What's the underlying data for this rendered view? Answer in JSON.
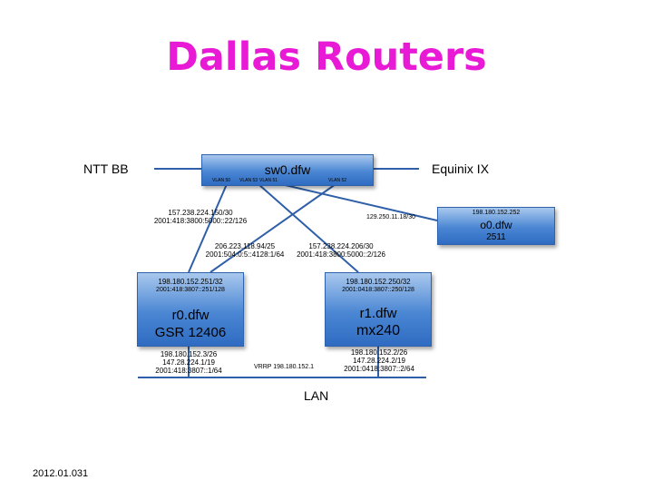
{
  "title": "Dallas Routers",
  "external": {
    "left": "NTT BB",
    "right": "Equinix IX"
  },
  "sw0": {
    "name": "sw0.dfw",
    "vlans": [
      "VLAN 50",
      "VLAN 53",
      "VLAN 51",
      "VLAN 52"
    ]
  },
  "o0": {
    "ip": "198.180.152.252",
    "name": "o0.dfw",
    "model": "2511"
  },
  "r0": {
    "ip4": "198.180.152.251/32",
    "ip6": "2001:418:3807::251/128",
    "name": "r0.dfw",
    "model": "GSR 12406",
    "lan": [
      "198.180.152.3/26",
      "147.28.224.1/19",
      "2001:418:3807::1/64"
    ]
  },
  "r1": {
    "ip4": "198.180.152.250/32",
    "ip6": "2001:0418:3807::250/128",
    "name": "r1.dfw",
    "model": "mx240",
    "lan": [
      "198.180.152.2/26",
      "147.28.224.2/19",
      "2001:0418:3807::2/64"
    ]
  },
  "links": {
    "r0_sw0": [
      "157.238.224.150/30",
      "2001:418:3800:5000::22/126"
    ],
    "cross": "206.223.118.94/25",
    "cross6": "2001:504:0:5::4128:1/64",
    "r1_sw0": [
      "157.238.224.206/30",
      "2001:418:3800:5000::2/126"
    ],
    "o0_link": "129.250.11.18/30"
  },
  "vrrp": "VRRP 198.180.152.1",
  "lan_label": "LAN",
  "footer": "2012.01.031"
}
